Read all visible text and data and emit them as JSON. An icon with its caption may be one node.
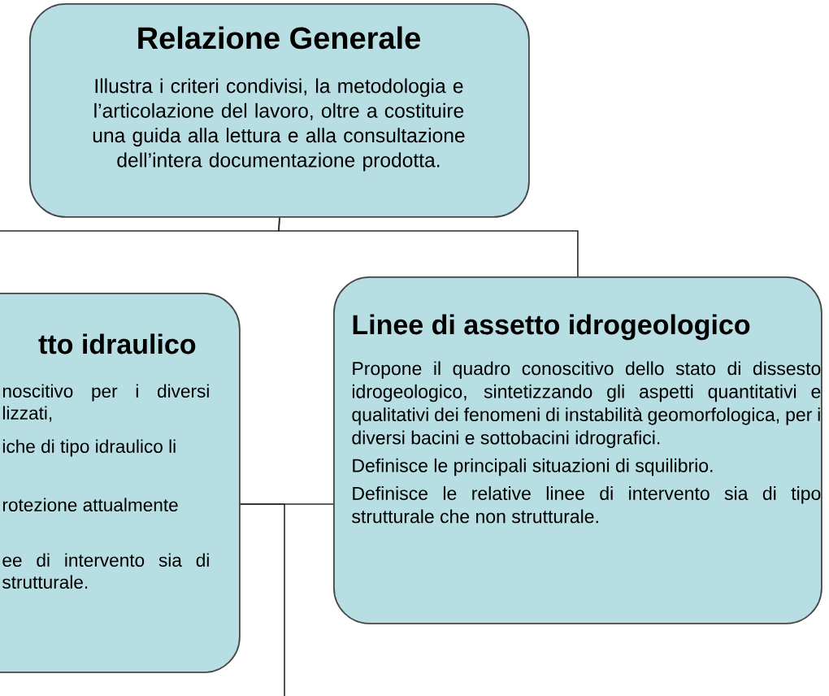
{
  "diagram": {
    "nodes": [
      {
        "text": [
          "Relazione Generale",
          "Illustra i criteri condivisi, la metodologia e l’articolazione del lavoro, oltre a  costituire una guida alla lettura e alla consultazione dell’intera documentazione prodotta."
        ]
      },
      {
        "text": [
          "tto idraulico",
          "noscitivo per i diversi lizzati,",
          "iche di tipo idraulico li",
          "rotezione attualmente",
          "ee di intervento sia di strutturale."
        ]
      },
      {
        "text": [
          "Linee di assetto idrogeologico",
          "Propone il quadro conoscitivo dello stato di dissesto idrogeologico, sintetizzando gli aspetti quantitativi e qualitativi dei fenomeni di instabilità geomorfologica, per i diversi bacini e sottobacini idrografici.",
          "Definisce le principali situazioni di squilibrio.",
          "Definisce le relative linee di intervento sia di tipo strutturale che non strutturale."
        ]
      }
    ],
    "edges": [
      {
        "from": 0,
        "to": 2,
        "arrow": "none"
      },
      {
        "from": 0,
        "to": null,
        "arrow": "none"
      },
      {
        "from": 1,
        "to": 2,
        "arrow": "none"
      },
      {
        "from": 1,
        "to": null,
        "arrow": "none"
      }
    ]
  }
}
